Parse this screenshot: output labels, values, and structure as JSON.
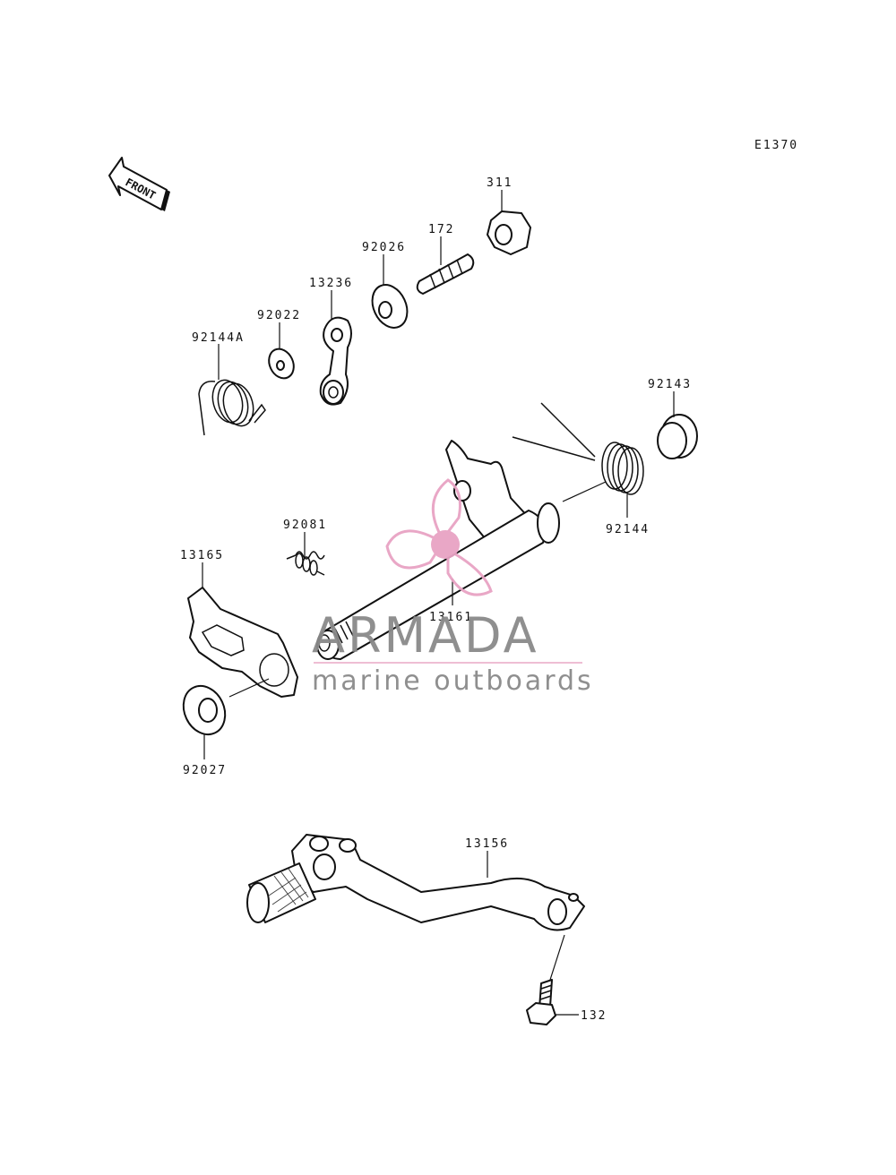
{
  "diagram": {
    "code": "E1370",
    "front_label": "FRONT",
    "parts": [
      {
        "id": "p311",
        "number": "311"
      },
      {
        "id": "p172",
        "number": "172"
      },
      {
        "id": "p92026",
        "number": "92026"
      },
      {
        "id": "p13236",
        "number": "13236"
      },
      {
        "id": "p92022",
        "number": "92022"
      },
      {
        "id": "p92144A",
        "number": "92144A"
      },
      {
        "id": "p92143",
        "number": "92143"
      },
      {
        "id": "p92144",
        "number": "92144"
      },
      {
        "id": "p92081",
        "number": "92081"
      },
      {
        "id": "p13165",
        "number": "13165"
      },
      {
        "id": "p13161",
        "number": "13161"
      },
      {
        "id": "p92027",
        "number": "92027"
      },
      {
        "id": "p13156",
        "number": "13156"
      },
      {
        "id": "p132",
        "number": "132"
      }
    ]
  },
  "watermark": {
    "brand": "ARMADA",
    "tagline": "marine outboards",
    "accent_color": "#e8a3c4",
    "text_color": "#8a8a8a"
  }
}
